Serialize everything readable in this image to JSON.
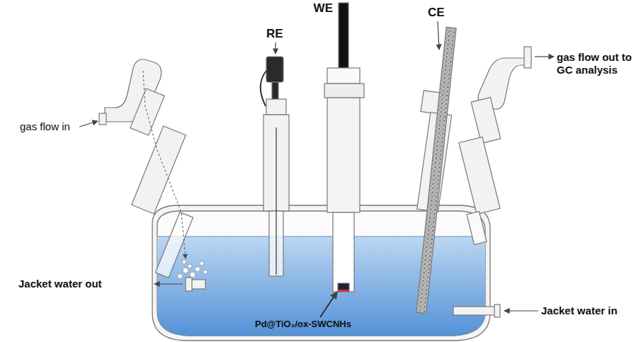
{
  "diagram": {
    "labels": [
      "WE",
      "CE",
      "RE",
      "gas flow in",
      "gas flow out to GC analysis",
      "Jacket water out",
      "Jacket water in",
      "Pd@TiO₂/ox-SWCNHs"
    ]
  }
}
